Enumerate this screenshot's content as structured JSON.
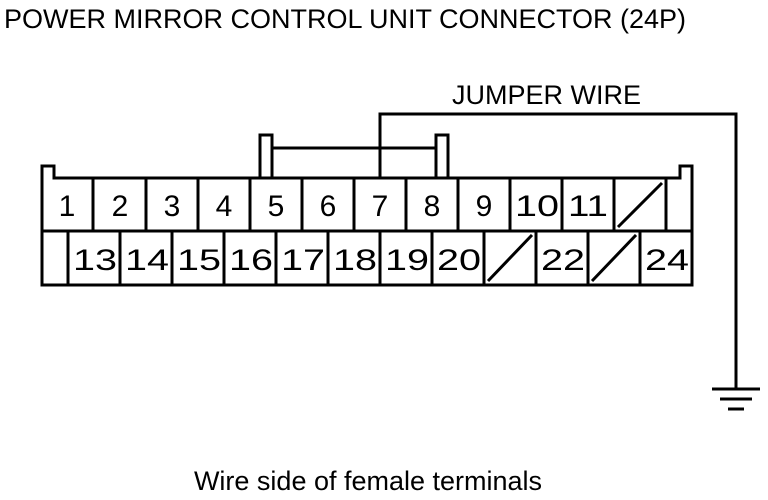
{
  "title": "POWER MIRROR CONTROL UNIT CONNECTOR (24P)",
  "jumper_label": "JUMPER WIRE",
  "caption": "Wire side of female terminals",
  "row1": [
    "1",
    "2",
    "3",
    "4",
    "5",
    "6",
    "7",
    "8",
    "9",
    "10",
    "11",
    ""
  ],
  "row2": [
    "",
    "13",
    "14",
    "15",
    "16",
    "17",
    "18",
    "19",
    "20",
    "",
    "22",
    "",
    "24"
  ],
  "unused_terminals": [
    "12",
    "21",
    "23"
  ],
  "jumper_between": [
    "5",
    "8"
  ],
  "ground_via": "7",
  "icons": {
    "ground": "ground-icon"
  }
}
